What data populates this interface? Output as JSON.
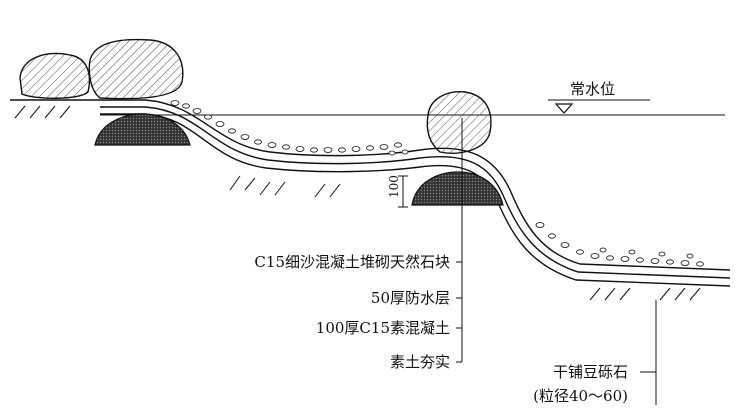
{
  "labels": {
    "water_level": "常水位",
    "dimension": "100",
    "stone_layer": "C15细沙混凝土堆砌天然石块",
    "waterproof": "50厚防水层",
    "concrete": "100厚C15素混凝土",
    "soil": "素土夯实",
    "gravel_line1": "干铺豆砾石",
    "gravel_line2": "(粒径40～60)"
  },
  "colors": {
    "ink": "#111111",
    "background": "#ffffff"
  }
}
